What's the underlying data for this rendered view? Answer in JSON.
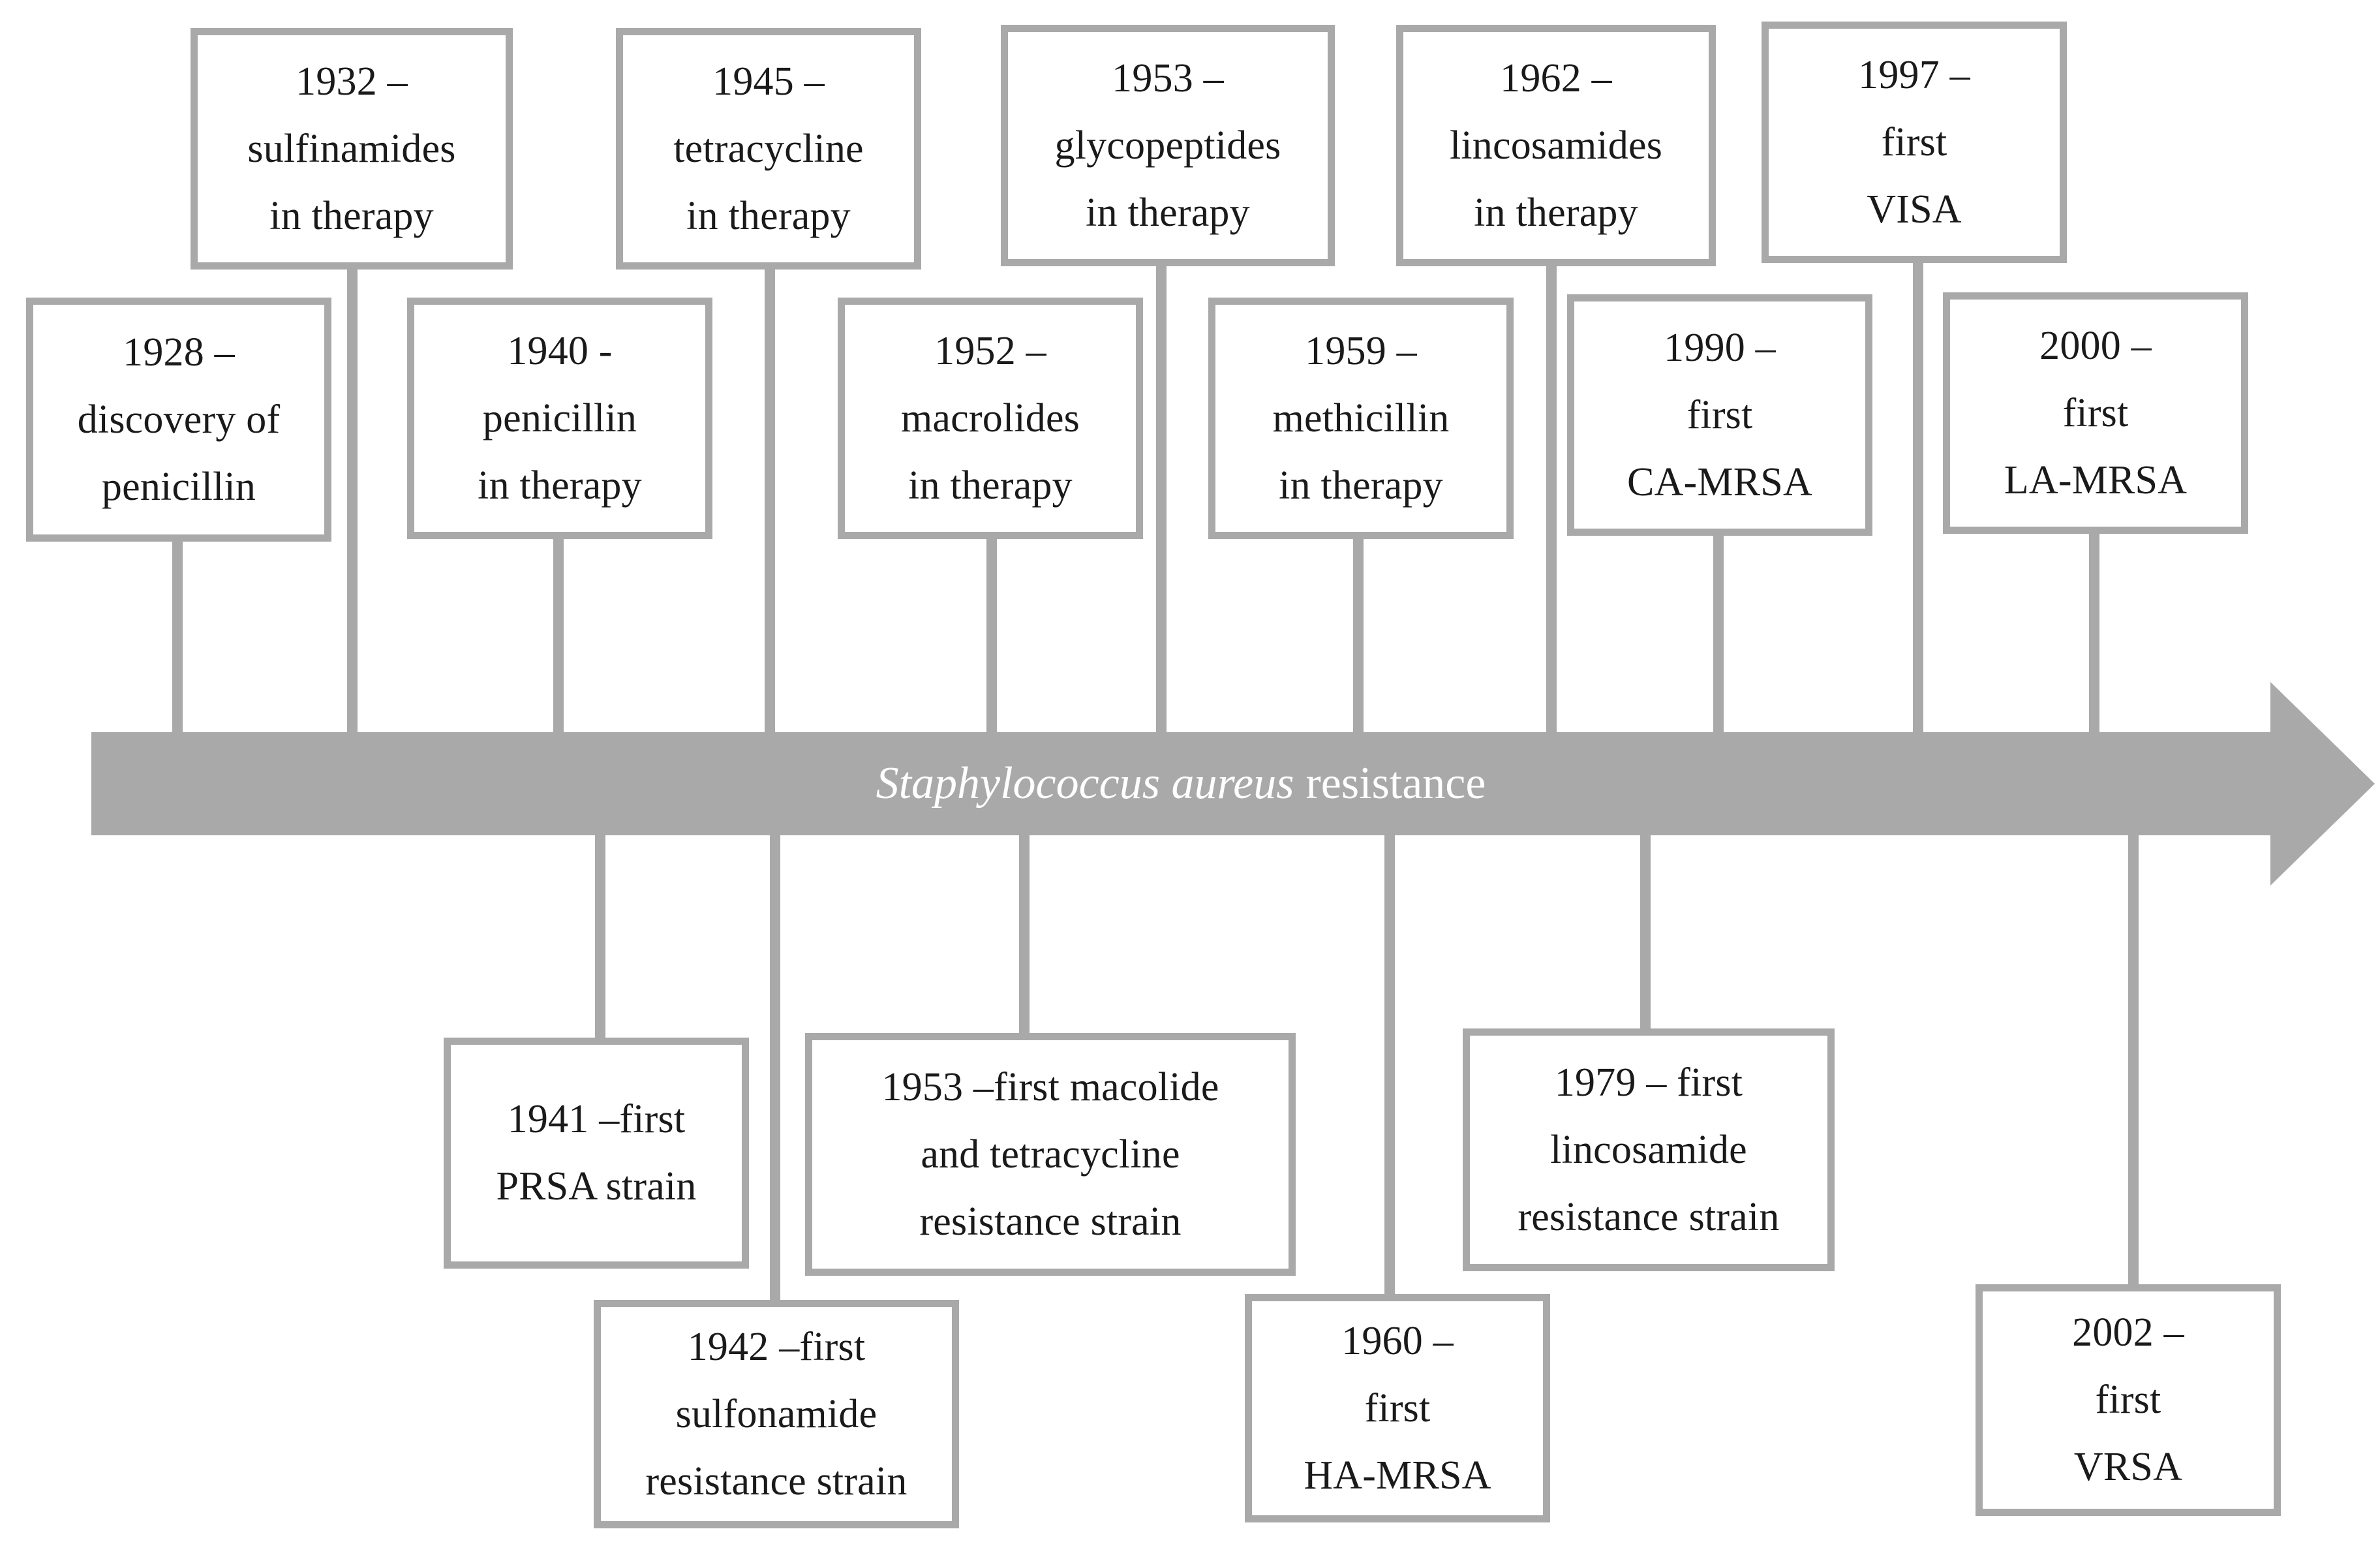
{
  "timeline": {
    "axis_label_italic": "Staphylococcus aureus",
    "axis_label_rest": "resistance",
    "colors": {
      "axis": "#a9a9a9",
      "box_border": "#a9a9a9",
      "box_fill": "#ffffff",
      "axis_text": "#ffffff"
    },
    "events_above": [
      {
        "lines": [
          "1928 –",
          "discovery of",
          "penicillin"
        ]
      },
      {
        "lines": [
          "1932 –",
          "sulfinamides",
          "in therapy"
        ]
      },
      {
        "lines": [
          "1940 -",
          "penicillin",
          "in therapy"
        ]
      },
      {
        "lines": [
          "1945 –",
          "tetracycline",
          "in therapy"
        ]
      },
      {
        "lines": [
          "1952 –",
          "macrolides",
          "in therapy"
        ]
      },
      {
        "lines": [
          "1953 –",
          "glycopeptides",
          "in therapy"
        ]
      },
      {
        "lines": [
          "1959 –",
          "methicillin",
          "in therapy"
        ]
      },
      {
        "lines": [
          "1962 –",
          "lincosamides",
          "in therapy"
        ]
      },
      {
        "lines": [
          "1990 –",
          "first",
          "CA-MRSA"
        ]
      },
      {
        "lines": [
          "1997 –",
          "first",
          "VISA"
        ]
      },
      {
        "lines": [
          "2000 –",
          "first",
          "LA-MRSA"
        ]
      }
    ],
    "events_below": [
      {
        "lines": [
          "1941 –first",
          "PRSA strain"
        ]
      },
      {
        "lines": [
          "1942 –first",
          "sulfonamide",
          "resistance strain"
        ]
      },
      {
        "lines": [
          "1953 –first macolide",
          "and tetracycline",
          "resistance strain"
        ]
      },
      {
        "lines": [
          "1960 –",
          "first",
          "HA-MRSA"
        ]
      },
      {
        "lines": [
          "1979 – first",
          "lincosamide",
          "resistance strain"
        ]
      },
      {
        "lines": [
          "2002 –",
          "first",
          "VRSA"
        ]
      }
    ]
  }
}
